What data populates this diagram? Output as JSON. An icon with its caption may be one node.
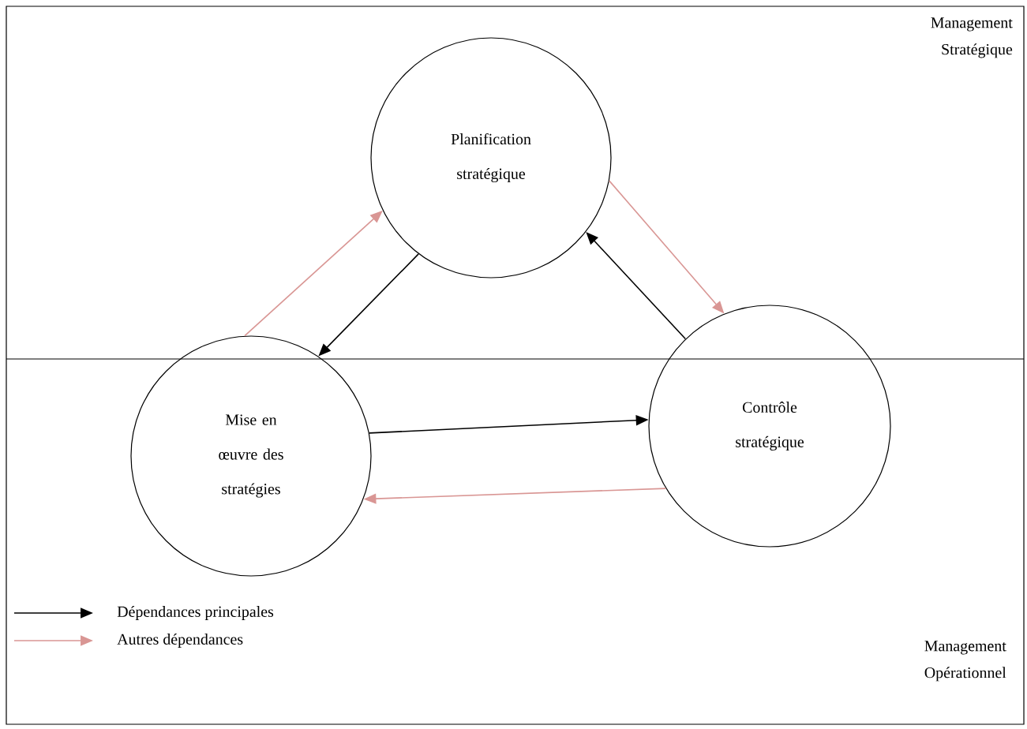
{
  "diagram": {
    "nodes": [
      {
        "text": [
          "Planification stratégique"
        ]
      },
      {
        "text": [
          "Mise en œuvre des stratégies"
        ]
      },
      {
        "text": [
          "Contrôle stratégique"
        ]
      }
    ],
    "edges": [
      {
        "from": 0,
        "to": 1,
        "arrow": "to"
      },
      {
        "from": 2,
        "to": 0,
        "arrow": "to"
      },
      {
        "from": 1,
        "to": 2,
        "arrow": "to"
      },
      {
        "from": 1,
        "to": 0,
        "arrow": "to",
        "color": "#d99694"
      },
      {
        "from": 0,
        "to": 2,
        "arrow": "to",
        "color": "#d99694"
      },
      {
        "from": 2,
        "to": 1,
        "arrow": "to",
        "color": "#d99694"
      }
    ],
    "labels": [
      "Management Stratégique",
      "Management Opérationnel"
    ],
    "legend": [
      {
        "text": "Dépendances principales"
      },
      {
        "text": "Autres dépendances"
      }
    ]
  }
}
